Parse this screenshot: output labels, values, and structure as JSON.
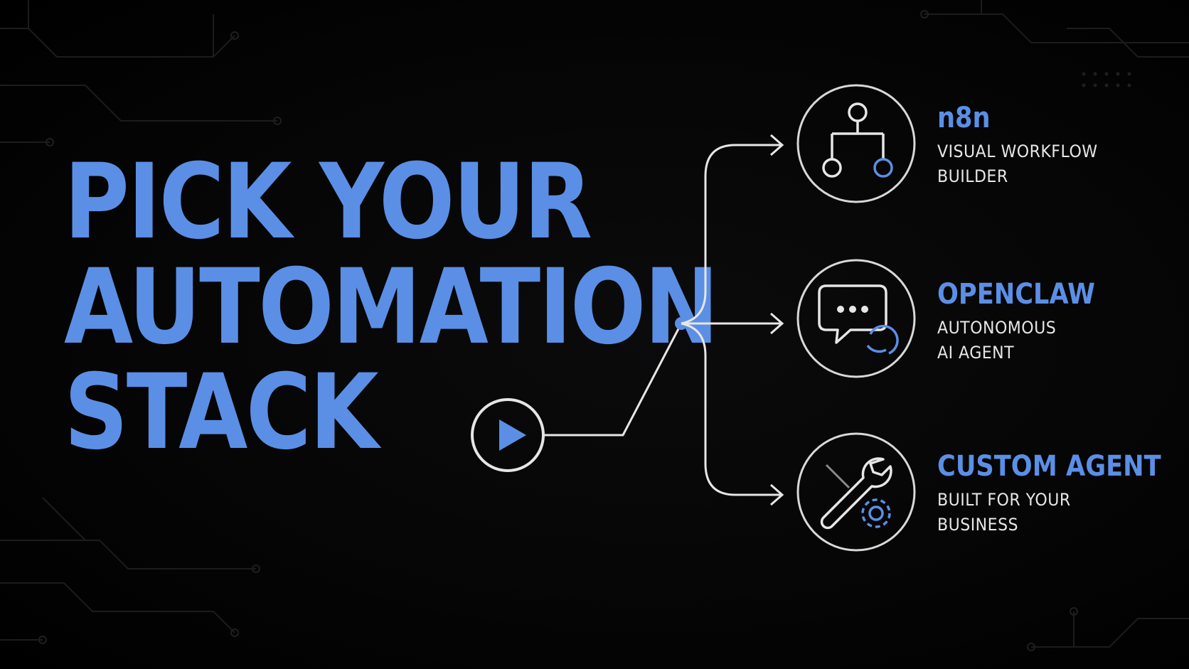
{
  "headline": {
    "line1": "PICK YOUR",
    "line2": "AUTOMATION",
    "line3": "STACK"
  },
  "options": [
    {
      "title": "n8n",
      "desc_line1": "VISUAL WORKFLOW",
      "desc_line2": "BUILDER",
      "icon": "workflow-nodes-icon"
    },
    {
      "title": "OPENCLAW",
      "desc_line1": "AUTONOMOUS",
      "desc_line2": "AI AGENT",
      "icon": "chat-bubble-icon"
    },
    {
      "title": "CUSTOM AGENT",
      "desc_line1": "BUILT FOR YOUR",
      "desc_line2": "BUSINESS",
      "icon": "wrench-gear-icon"
    }
  ],
  "start_icon": "play-icon",
  "colors": {
    "accent": "#5b8fe6",
    "line": "#e6e6e6",
    "background": "#000000",
    "circuit": "#1c1c1c"
  }
}
